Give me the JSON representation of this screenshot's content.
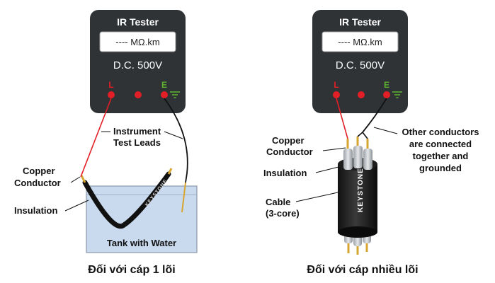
{
  "left": {
    "tester": {
      "title": "IR Tester",
      "display": "---- MΩ.km",
      "voltage": "D.C. 500V",
      "terminal_l": "L",
      "terminal_e": "E"
    },
    "labels": {
      "leads": [
        "Instrument",
        "Test Leads"
      ],
      "copper": [
        "Copper",
        "Conductor"
      ],
      "insulation": "Insulation",
      "tank": "Tank with Water",
      "brand": "KEYSTONE"
    },
    "caption": "Đối với cáp 1 lõi"
  },
  "right": {
    "tester": {
      "title": "IR Tester",
      "display": "---- MΩ.km",
      "voltage": "D.C. 500V",
      "terminal_l": "L",
      "terminal_e": "E"
    },
    "labels": {
      "copper": [
        "Copper",
        "Conductor"
      ],
      "insulation": "Insulation",
      "cable": [
        "Cable",
        "(3-core)"
      ],
      "others": [
        "Other conductors",
        "are connected",
        "together and",
        "grounded"
      ],
      "brand": "KEYSTONE"
    },
    "caption": "Đối với cáp nhiều lõi"
  },
  "colors": {
    "tester_body": "#2f3336",
    "terminal_red": "#e21e26",
    "terminal_green": "#5cb030",
    "lead_red": "#e21e26",
    "lead_black": "#111111",
    "water": "#c9d9ee",
    "copper": "#d7a531"
  }
}
